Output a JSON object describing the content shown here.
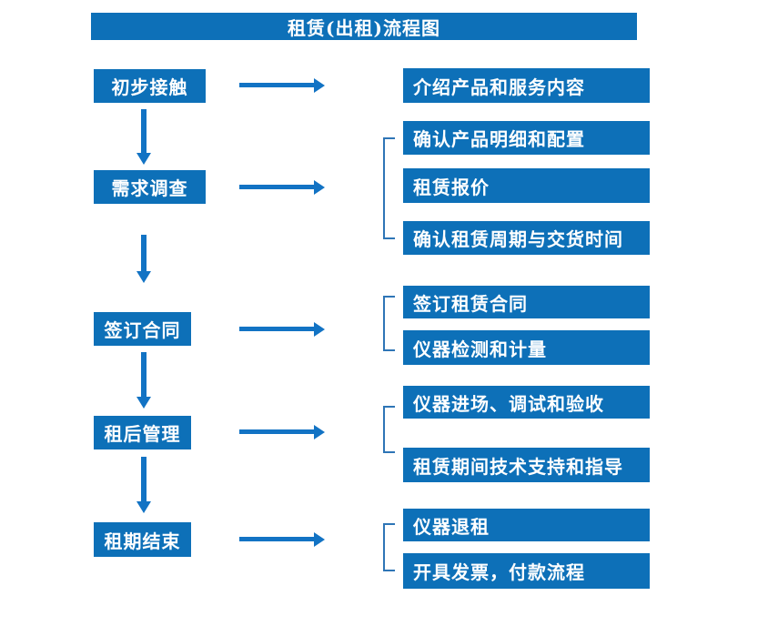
{
  "title": "租赁(出租)流程图",
  "colors": {
    "box_fill": "#0d70b8",
    "arrow": "#1273c4",
    "bracket": "#2e75b6",
    "text": "#ffffff",
    "background": "#ffffff"
  },
  "steps": [
    {
      "label": "初步接触",
      "details": [
        "介绍产品和服务内容"
      ]
    },
    {
      "label": "需求调查",
      "details": [
        "确认产品明细和配置",
        "租赁报价",
        "确认租赁周期与交货时间"
      ]
    },
    {
      "label": "签订合同",
      "details": [
        "签订租赁合同",
        "仪器检测和计量"
      ]
    },
    {
      "label": "租后管理",
      "details": [
        "仪器进场、调试和验收",
        "租赁期间技术支持和指导"
      ]
    },
    {
      "label": "租期结束",
      "details": [
        "仪器退租",
        "开具发票，付款流程"
      ]
    }
  ]
}
